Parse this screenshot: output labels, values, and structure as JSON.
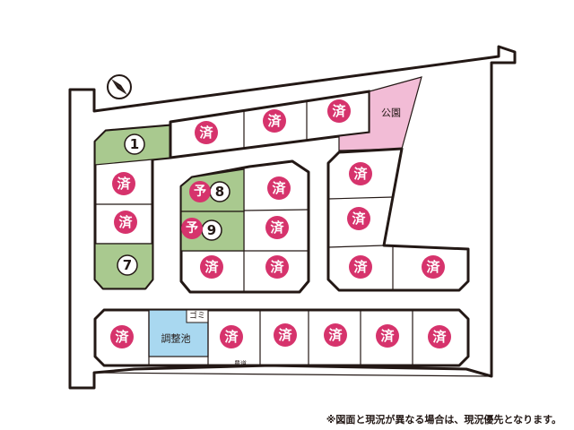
{
  "colors": {
    "sold": "#d6336c",
    "available": "#a9c98f",
    "park": "#f2bcd6",
    "pond": "#a9d8f0"
  },
  "compass_icon": "north-arrow-icon",
  "labels": {
    "sold": "済",
    "reserved": "予",
    "park": "公園",
    "pond": "調整池",
    "garbage": "ゴミ",
    "farm_road": "農道"
  },
  "lots": {
    "lot_1": "1",
    "lot_7": "7",
    "lot_8": "8",
    "lot_9": "9"
  },
  "note": "※図面と現況が異なる場合は、現況優先となります。"
}
